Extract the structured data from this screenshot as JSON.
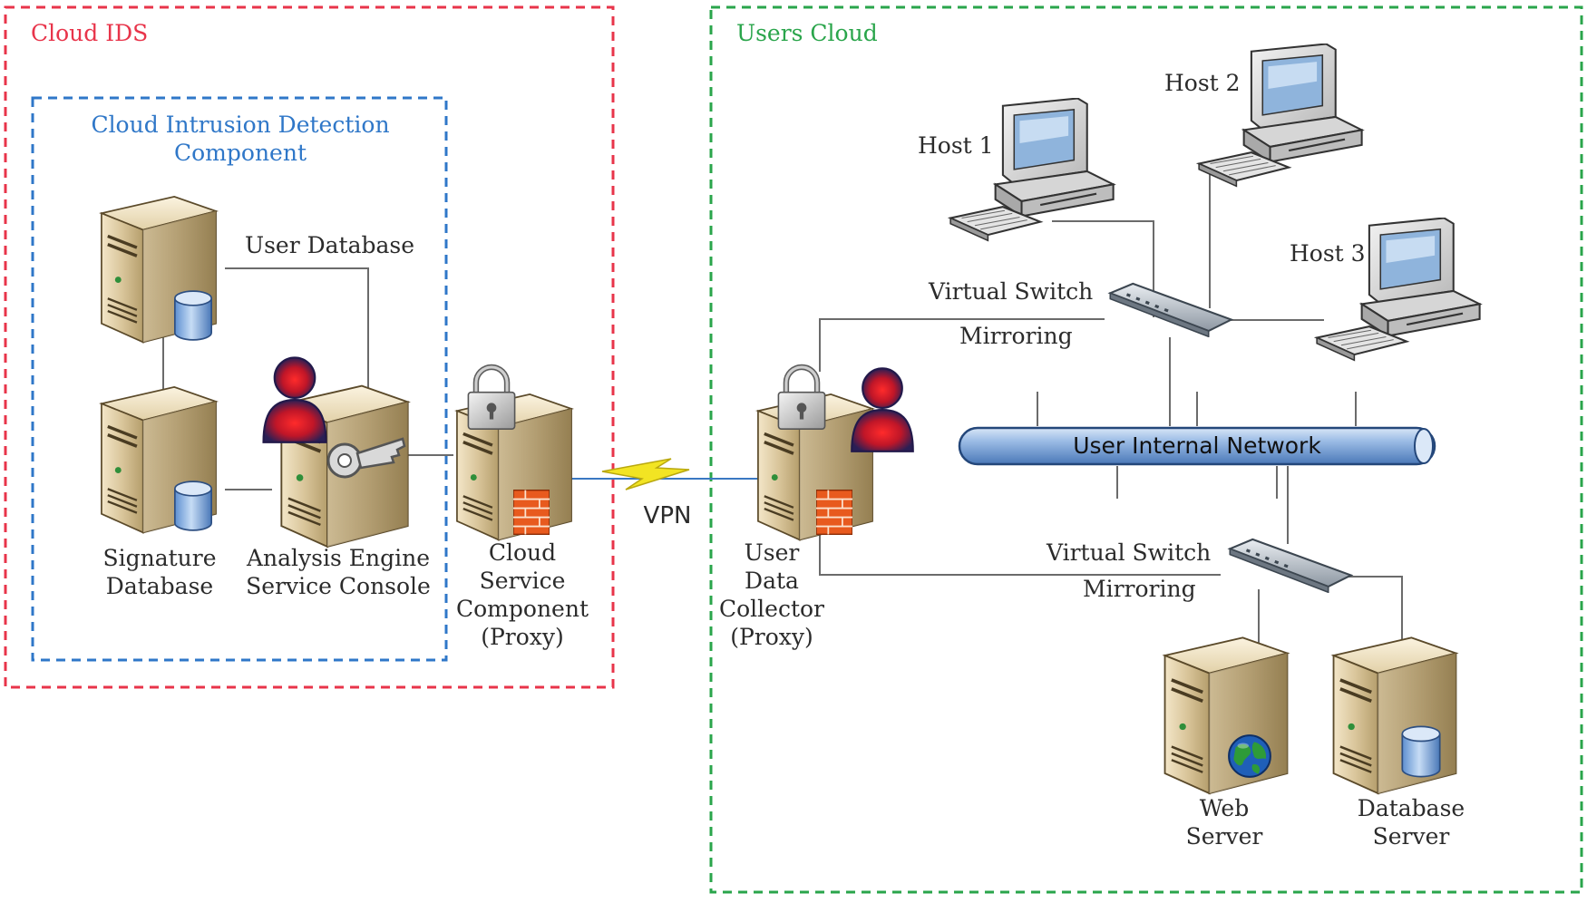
{
  "zones": {
    "cloud_ids": {
      "title": "Cloud IDS",
      "color": "#e8344a"
    },
    "users_cloud": {
      "title": "Users Cloud",
      "color": "#2aa54b"
    },
    "detection_component": {
      "title_line1": "Cloud Intrusion Detection",
      "title_line2": "Component",
      "color": "#2f77c8"
    }
  },
  "nodes": {
    "user_database": {
      "label": "User Database"
    },
    "signature_database": {
      "line1": "Signature",
      "line2": "Database"
    },
    "analysis_engine": {
      "line1": "Analysis Engine",
      "line2": "Service Console"
    },
    "cloud_service": {
      "line1": "Cloud",
      "line2": "Service",
      "line3": "Component",
      "line4": "(Proxy)"
    },
    "vpn": {
      "label": "VPN"
    },
    "user_data_collector": {
      "line1": "User",
      "line2": "Data",
      "line3": "Collector",
      "line4": "(Proxy)"
    },
    "host1": {
      "label": "Host 1"
    },
    "host2": {
      "label": "Host 2"
    },
    "host3": {
      "label": "Host 3"
    },
    "virtual_switch_top": {
      "label": "Virtual Switch",
      "mirroring": "Mirroring"
    },
    "user_internal_network": {
      "label": "User Internal Network"
    },
    "virtual_switch_bottom": {
      "label": "Virtual Switch",
      "mirroring": "Mirroring"
    },
    "web_server": {
      "line1": "Web",
      "line2": "Server"
    },
    "database_server": {
      "line1": "Database",
      "line2": "Server"
    }
  },
  "icons": {
    "server": "server-tower-icon",
    "database": "database-cylinder-icon",
    "user": "user-silhouette-icon",
    "key": "key-icon",
    "lock": "padlock-icon",
    "firewall": "firewall-icon",
    "computer": "desktop-computer-icon",
    "switch": "network-switch-icon",
    "globe": "globe-icon",
    "lightning": "lightning-bolt-icon"
  }
}
